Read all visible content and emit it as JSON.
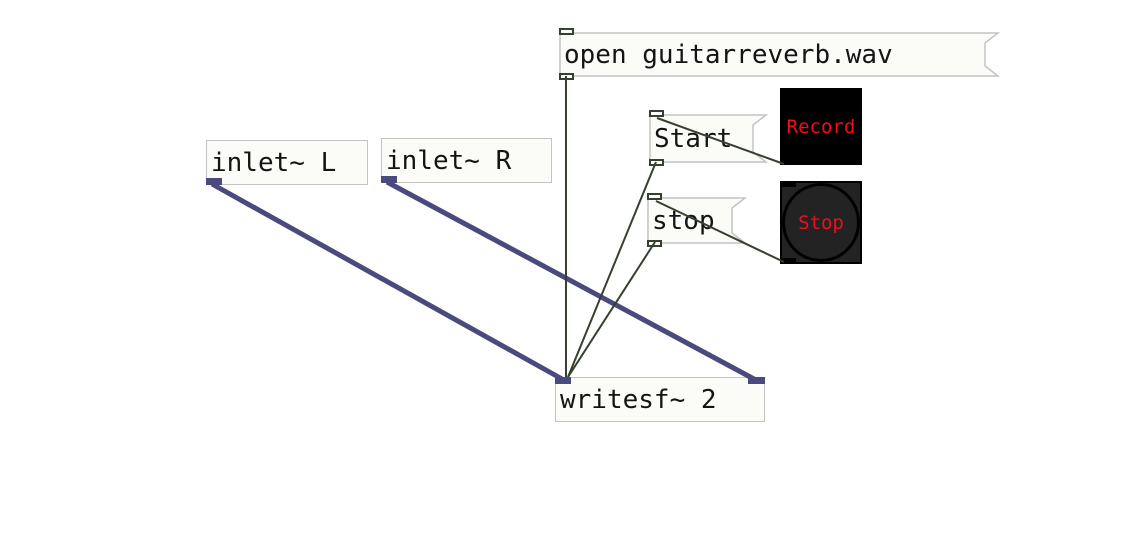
{
  "app": {
    "name": "pure-data-patch-canvas"
  },
  "nodes": {
    "open_message": {
      "label": "open guitarreverb.wav",
      "type": "message"
    },
    "inlet_left": {
      "label": "inlet~ L",
      "type": "object"
    },
    "inlet_right": {
      "label": "inlet~ R",
      "type": "object"
    },
    "start_message": {
      "label": "Start",
      "type": "message"
    },
    "stop_message": {
      "label": "stop",
      "type": "message"
    },
    "record_button": {
      "label": "Record",
      "label_color": "#fb0a10",
      "bg": "#000000"
    },
    "stop_button": {
      "label": "Stop",
      "label_color": "#ea1020",
      "bg": "#232323"
    },
    "writesf": {
      "label": "writesf~ 2",
      "type": "object"
    }
  },
  "colors": {
    "canvas_bg": "#ffffff",
    "box_bg": "#fbfbf8",
    "box_border": "#c3c3c3",
    "text": "#141414",
    "signal_cord": "#4a4a7e",
    "message_cord": "#36402e"
  },
  "connections": [
    {
      "from": "open_message",
      "to": "writesf~ left inlet",
      "kind": "message"
    },
    {
      "from": "start_message",
      "to": "writesf~ left inlet",
      "kind": "message"
    },
    {
      "from": "stop_message",
      "to": "writesf~ left inlet",
      "kind": "message"
    },
    {
      "from": "record_button",
      "to": "start_message inlet",
      "kind": "message"
    },
    {
      "from": "stop_button",
      "to": "stop_message inlet",
      "kind": "message"
    },
    {
      "from": "inlet_left",
      "to": "writesf~ left inlet",
      "kind": "signal"
    },
    {
      "from": "inlet_right",
      "to": "writesf~ right inlet",
      "kind": "signal"
    }
  ]
}
